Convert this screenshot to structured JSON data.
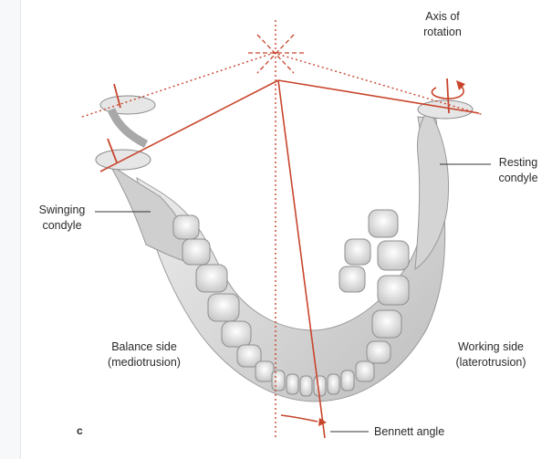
{
  "labels": {
    "axis_of_rotation_line1": "Axis of",
    "axis_of_rotation_line2": "rotation",
    "resting_condyle_line1": "Resting",
    "resting_condyle_line2": "condyle",
    "swinging_condyle_line1": "Swinging",
    "swinging_condyle_line2": "condyle",
    "balance_side_line1": "Balance side",
    "balance_side_line2": "(mediotrusion)",
    "working_side_line1": "Working side",
    "working_side_line2": "(laterotrusion)",
    "bennett_angle": "Bennett angle",
    "panel_letter": "c"
  },
  "colors": {
    "axis_line": "#c8452c",
    "bone": "#dcdcdc",
    "leader": "#333333"
  }
}
